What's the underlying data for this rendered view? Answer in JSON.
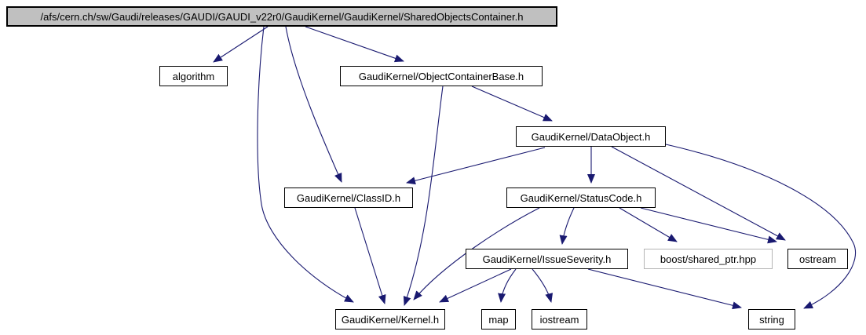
{
  "diagram": {
    "type": "include-dependency-graph",
    "colors": {
      "edge": "#191970",
      "node_border": "#000000",
      "focus_node_fill": "#c0c0c0",
      "external_node_border": "#b4b4b4",
      "background": "#ffffff"
    },
    "nodes": {
      "root": {
        "label": "/afs/cern.ch/sw/Gaudi/releases/GAUDI/GAUDI_v22r0/GaudiKernel/GaudiKernel/SharedObjectsContainer.h",
        "kind": "focus"
      },
      "algorithm": {
        "label": "algorithm",
        "kind": "system-header"
      },
      "object_container_base": {
        "label": "GaudiKernel/ObjectContainerBase.h",
        "kind": "header"
      },
      "data_object": {
        "label": "GaudiKernel/DataObject.h",
        "kind": "header"
      },
      "class_id": {
        "label": "GaudiKernel/ClassID.h",
        "kind": "header"
      },
      "status_code": {
        "label": "GaudiKernel/StatusCode.h",
        "kind": "header"
      },
      "issue_severity": {
        "label": "GaudiKernel/IssueSeverity.h",
        "kind": "header"
      },
      "boost_shared_ptr": {
        "label": "boost/shared_ptr.hpp",
        "kind": "external"
      },
      "ostream": {
        "label": "ostream",
        "kind": "system-header"
      },
      "kernel": {
        "label": "GaudiKernel/Kernel.h",
        "kind": "header"
      },
      "map": {
        "label": "map",
        "kind": "system-header"
      },
      "iostream": {
        "label": "iostream",
        "kind": "system-header"
      },
      "string": {
        "label": "string",
        "kind": "system-header"
      }
    },
    "edges": [
      {
        "from": "root",
        "to": "algorithm"
      },
      {
        "from": "root",
        "to": "object_container_base"
      },
      {
        "from": "root",
        "to": "class_id"
      },
      {
        "from": "root",
        "to": "kernel"
      },
      {
        "from": "object_container_base",
        "to": "data_object"
      },
      {
        "from": "object_container_base",
        "to": "kernel"
      },
      {
        "from": "data_object",
        "to": "class_id"
      },
      {
        "from": "data_object",
        "to": "status_code"
      },
      {
        "from": "data_object",
        "to": "ostream"
      },
      {
        "from": "data_object",
        "to": "string"
      },
      {
        "from": "status_code",
        "to": "issue_severity"
      },
      {
        "from": "status_code",
        "to": "boost_shared_ptr"
      },
      {
        "from": "status_code",
        "to": "ostream"
      },
      {
        "from": "status_code",
        "to": "kernel"
      },
      {
        "from": "class_id",
        "to": "kernel"
      },
      {
        "from": "issue_severity",
        "to": "kernel"
      },
      {
        "from": "issue_severity",
        "to": "map"
      },
      {
        "from": "issue_severity",
        "to": "iostream"
      },
      {
        "from": "issue_severity",
        "to": "string"
      }
    ]
  }
}
